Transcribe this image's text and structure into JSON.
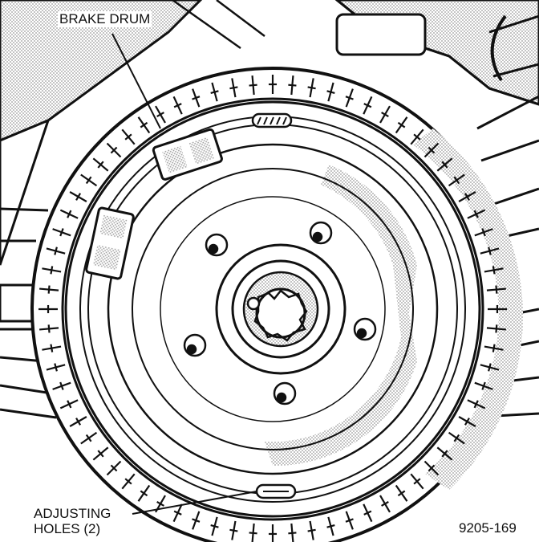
{
  "diagram": {
    "labels": {
      "brake_drum": "BRAKE DRUM",
      "adjusting_holes_line1": "ADJUSTING",
      "adjusting_holes_line2": "HOLES (2)"
    },
    "figure_number": "9205-169",
    "colors": {
      "ink": "#111111",
      "shade": "#bdbdbd",
      "paper": "#ffffff"
    }
  }
}
